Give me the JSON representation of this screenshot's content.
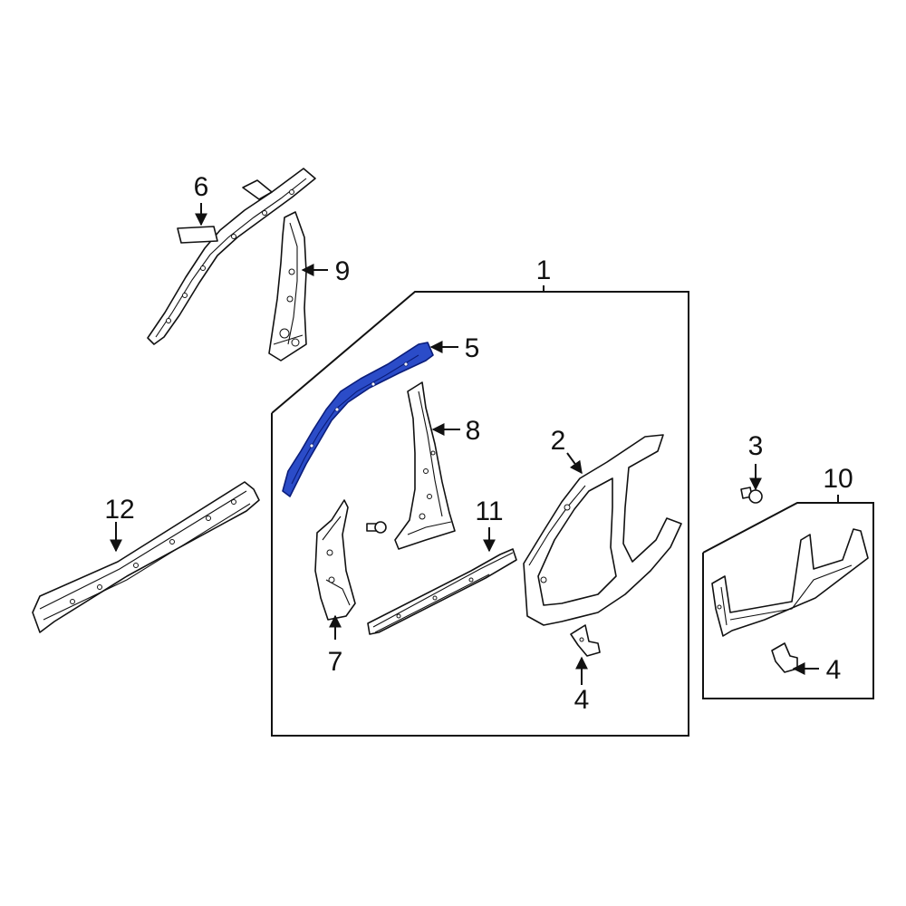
{
  "diagram": {
    "highlight_color": "#2b4cc8",
    "callouts": {
      "c1": "1",
      "c2": "2",
      "c3": "3",
      "c4a": "4",
      "c4b": "4",
      "c5": "5",
      "c6": "6",
      "c7": "7",
      "c8": "8",
      "c9": "9",
      "c10": "10",
      "c11": "11",
      "c12": "12"
    }
  }
}
